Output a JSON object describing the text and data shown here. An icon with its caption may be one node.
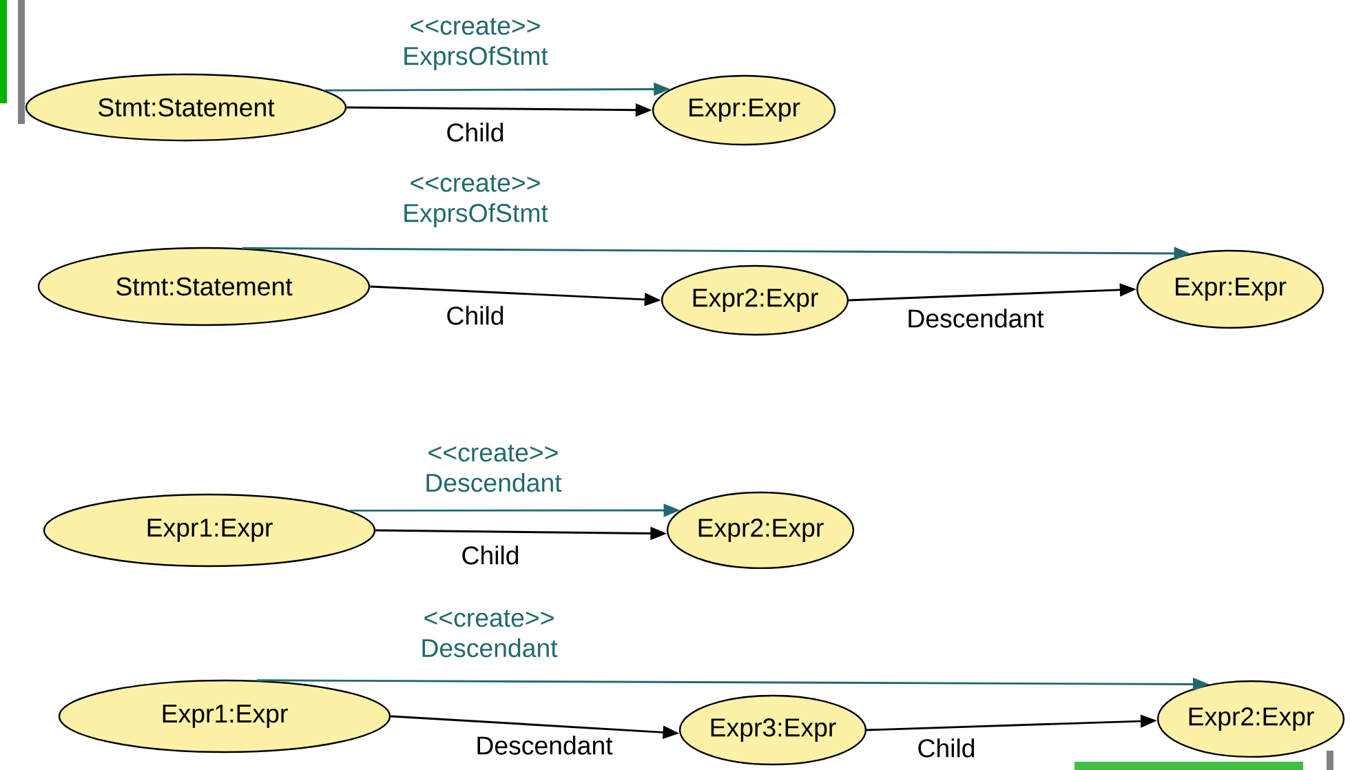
{
  "diagram": {
    "nodes": [
      {
        "text": [
          "Stmt:Statement"
        ]
      },
      {
        "text": [
          "Expr:Expr"
        ]
      },
      {
        "text": [
          "Stmt:Statement"
        ]
      },
      {
        "text": [
          "Expr2:Expr"
        ]
      },
      {
        "text": [
          "Expr:Expr"
        ]
      },
      {
        "text": [
          "Expr1:Expr"
        ]
      },
      {
        "text": [
          "Expr2:Expr"
        ]
      },
      {
        "text": [
          "Expr1:Expr"
        ]
      },
      {
        "text": [
          "Expr3:Expr"
        ]
      },
      {
        "text": [
          "Expr2:Expr"
        ]
      }
    ],
    "edges": [
      {
        "from": 0,
        "to": 1,
        "arrow": "to",
        "label": "<<create>> ExprsOfStmt",
        "color": "#22696e"
      },
      {
        "from": 0,
        "to": 1,
        "arrow": "to",
        "label": "Child"
      },
      {
        "from": 2,
        "to": 4,
        "arrow": "to",
        "label": "<<create>> ExprsOfStmt",
        "color": "#22696e"
      },
      {
        "from": 2,
        "to": 3,
        "arrow": "to",
        "label": "Child"
      },
      {
        "from": 3,
        "to": 4,
        "arrow": "to",
        "label": "Descendant"
      },
      {
        "from": 5,
        "to": 6,
        "arrow": "to",
        "label": "<<create>> Descendant",
        "color": "#22696e"
      },
      {
        "from": 5,
        "to": 6,
        "arrow": "to",
        "label": "Child"
      },
      {
        "from": 7,
        "to": 9,
        "arrow": "to",
        "label": "<<create>> Descendant",
        "color": "#22696e"
      },
      {
        "from": 7,
        "to": 8,
        "arrow": "to",
        "label": "Descendant"
      },
      {
        "from": 8,
        "to": 9,
        "arrow": "to",
        "label": "Child"
      }
    ]
  }
}
